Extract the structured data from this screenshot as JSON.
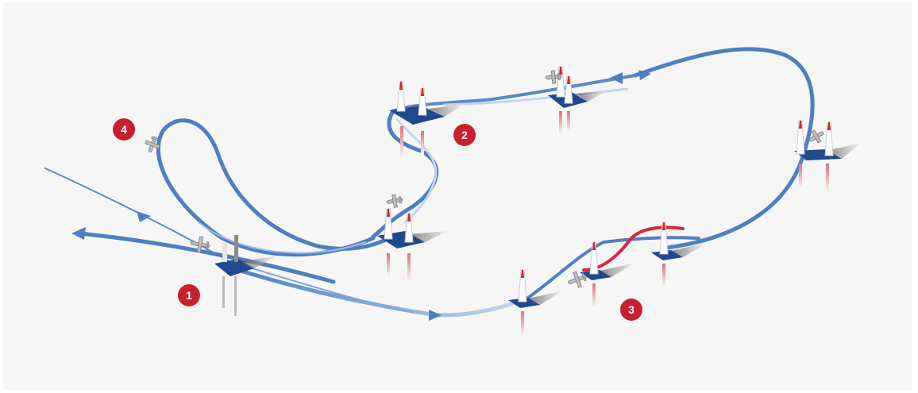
{
  "colors": {
    "background": "#f6f6f6",
    "track": "#4f7fc0",
    "track_light": "#9fbde3",
    "gate_base": "#1f4a8e",
    "pylon_red": "#d9202f",
    "badge": "#c8202f",
    "highlight_path": "#d52a3a"
  },
  "markers": [
    {
      "label": "1"
    },
    {
      "label": "2"
    },
    {
      "label": "3"
    },
    {
      "label": "4"
    }
  ],
  "icons": [
    "airplane-icon",
    "air-gate-pylon-icon",
    "direction-arrow-icon"
  ]
}
